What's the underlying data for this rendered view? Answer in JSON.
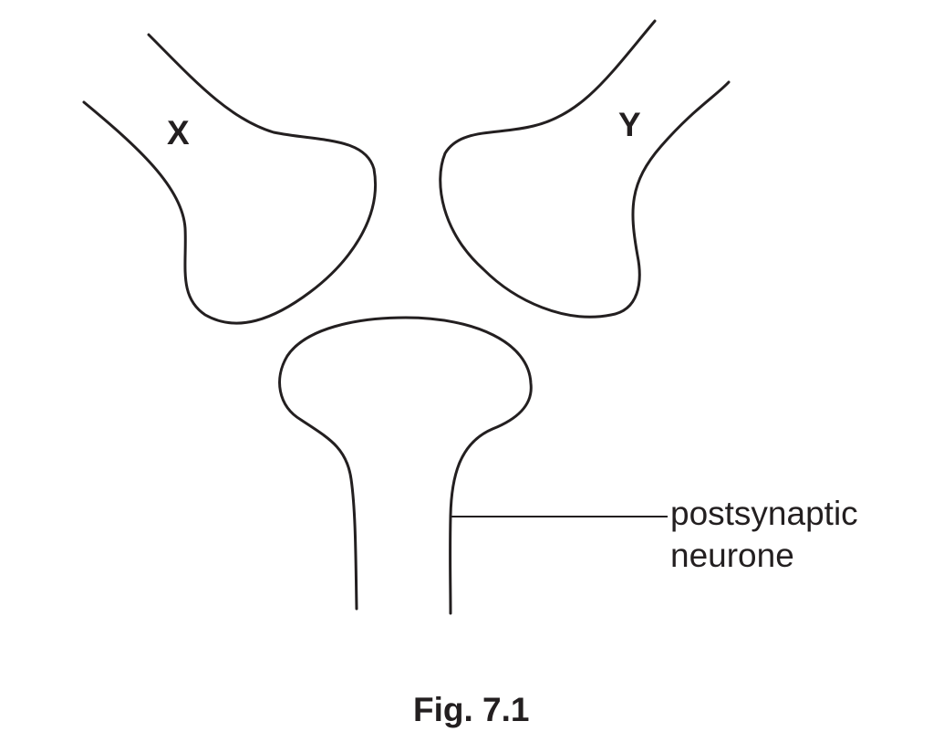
{
  "figure": {
    "caption": "Fig. 7.1"
  },
  "neurones": {
    "presynaptic_x_label": "X",
    "presynaptic_y_label": "Y",
    "postsynaptic_label_line1": "postsynaptic",
    "postsynaptic_label_line2": "neurone"
  },
  "colors": {
    "ink": "#231f20",
    "background": "#ffffff"
  }
}
